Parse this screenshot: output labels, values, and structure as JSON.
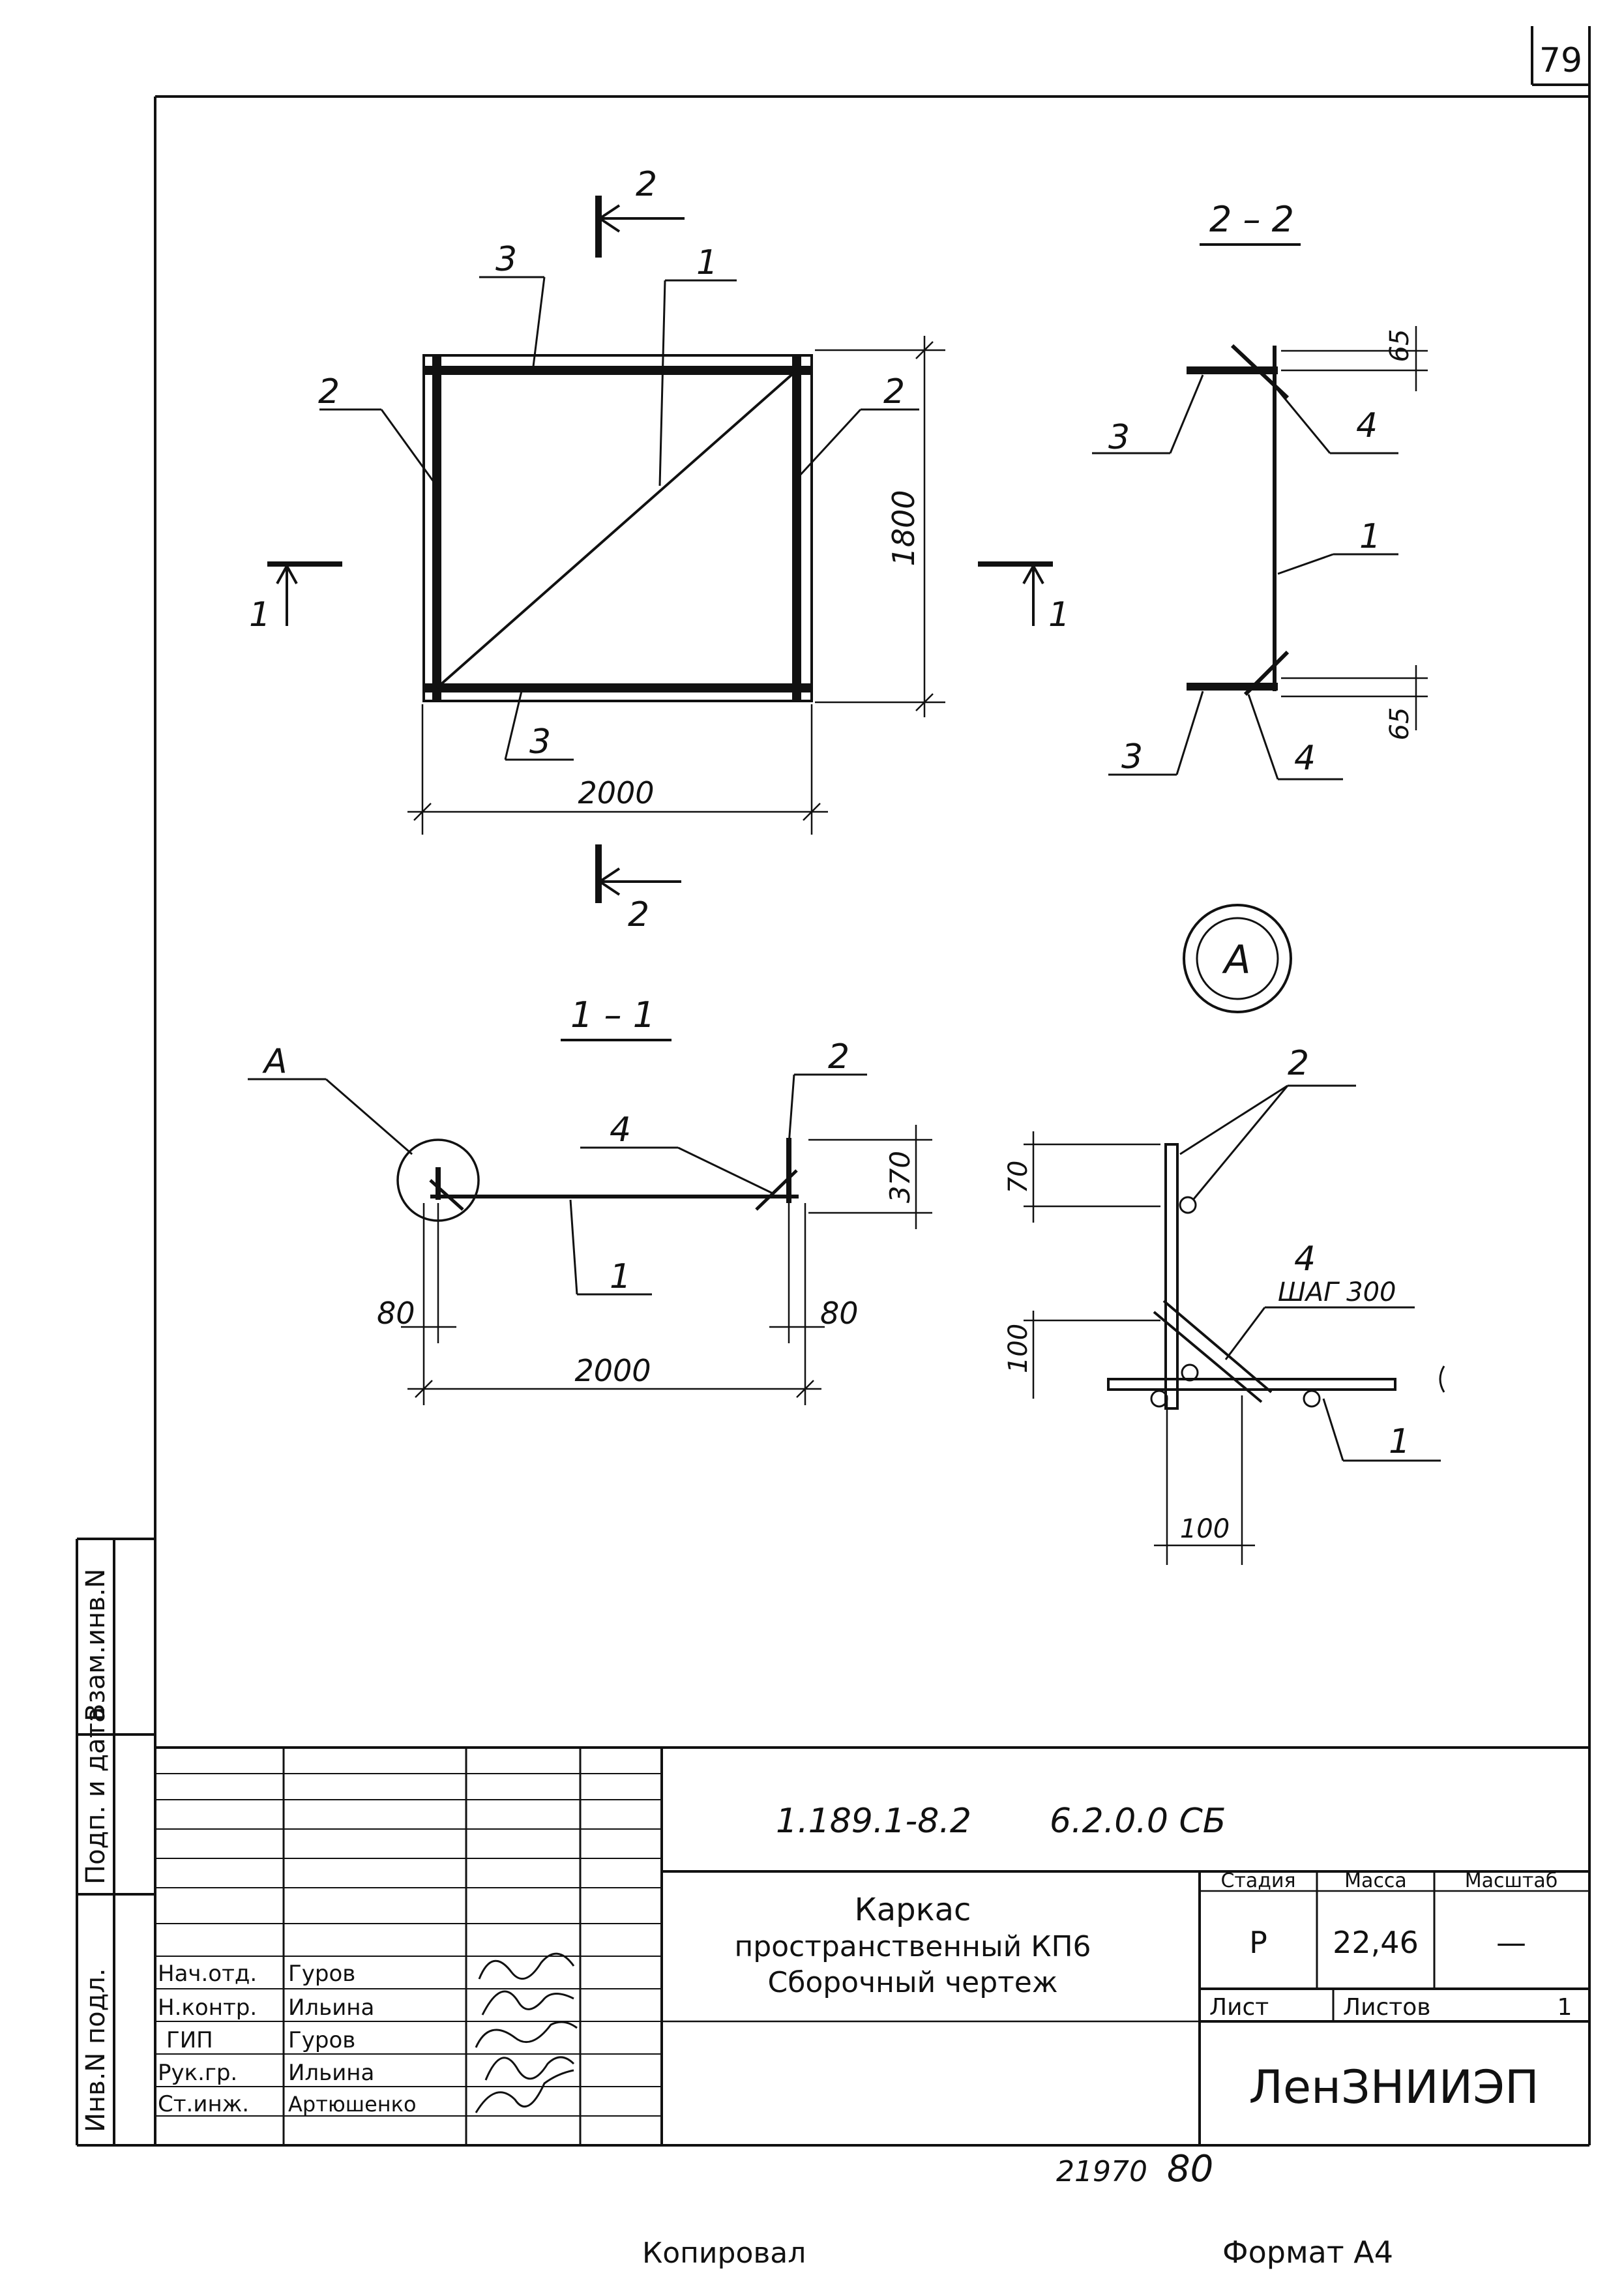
{
  "sheet": {
    "page_number": "79",
    "bottom_numbers": {
      "archive": "21970",
      "page": "80"
    },
    "footer": {
      "copied_by": "Копировал",
      "format": "Формат А4"
    }
  },
  "side_stamp": {
    "inv_no_orig": "Инв.N подл.",
    "signature_date": "Подп. и дата",
    "replace_inv": "Взам.инв.N"
  },
  "title_block": {
    "doc_code": "1.189.1-8.2",
    "doc_mark": "6.2.0.0 СБ",
    "title_line1": "Каркас",
    "title_line2": "пространственный  КП6",
    "title_line3": "Сборочный  чертеж",
    "stage_header": "Стадия",
    "mass_header": "Масса",
    "scale_header": "Масштаб",
    "stage": "Р",
    "mass": "22,46",
    "scale": "—",
    "sheet_label": "Лист",
    "sheets_label": "Листов",
    "sheets_count": "1",
    "organization": "ЛенЗНИИЭП",
    "people": [
      {
        "role": "Нач.отд.",
        "name": "Гуров"
      },
      {
        "role": "Н.контр.",
        "name": "Ильина"
      },
      {
        "role": "ГИП",
        "name": "Гуров"
      },
      {
        "role": "Рук.гр.",
        "name": "Ильина"
      },
      {
        "role": "Ст.инж.",
        "name": "Артюшенко"
      }
    ]
  },
  "drawing": {
    "front_view": {
      "dim_width": "2000",
      "dim_height": "1800",
      "labels": {
        "p1": "1",
        "p2_left": "2",
        "p2_right": "2",
        "p3_top": "3",
        "p3_bottom": "3"
      },
      "section_2_top": "2",
      "section_2_bottom": "2",
      "section_1_left": "1",
      "section_1_right": "1"
    },
    "section_2_2": {
      "title": "2 – 2",
      "dim_top": "65",
      "dim_bottom": "65",
      "labels": {
        "p1": "1",
        "p3_top": "3",
        "p3_bottom": "3",
        "p4_top": "4",
        "p4_bottom": "4"
      }
    },
    "section_1_1": {
      "title": "1 – 1",
      "callout": "А",
      "dim_width": "2000",
      "dim_left": "80",
      "dim_right": "80",
      "dim_height": "370",
      "labels": {
        "p1": "1",
        "p2": "2",
        "p4": "4"
      }
    },
    "detail_a": {
      "title": "А",
      "dim_70": "70",
      "dim_100_v": "100",
      "dim_100_h": "100",
      "step": "ШАГ 300",
      "labels": {
        "p1": "1",
        "p2": "2",
        "p4": "4"
      }
    }
  }
}
